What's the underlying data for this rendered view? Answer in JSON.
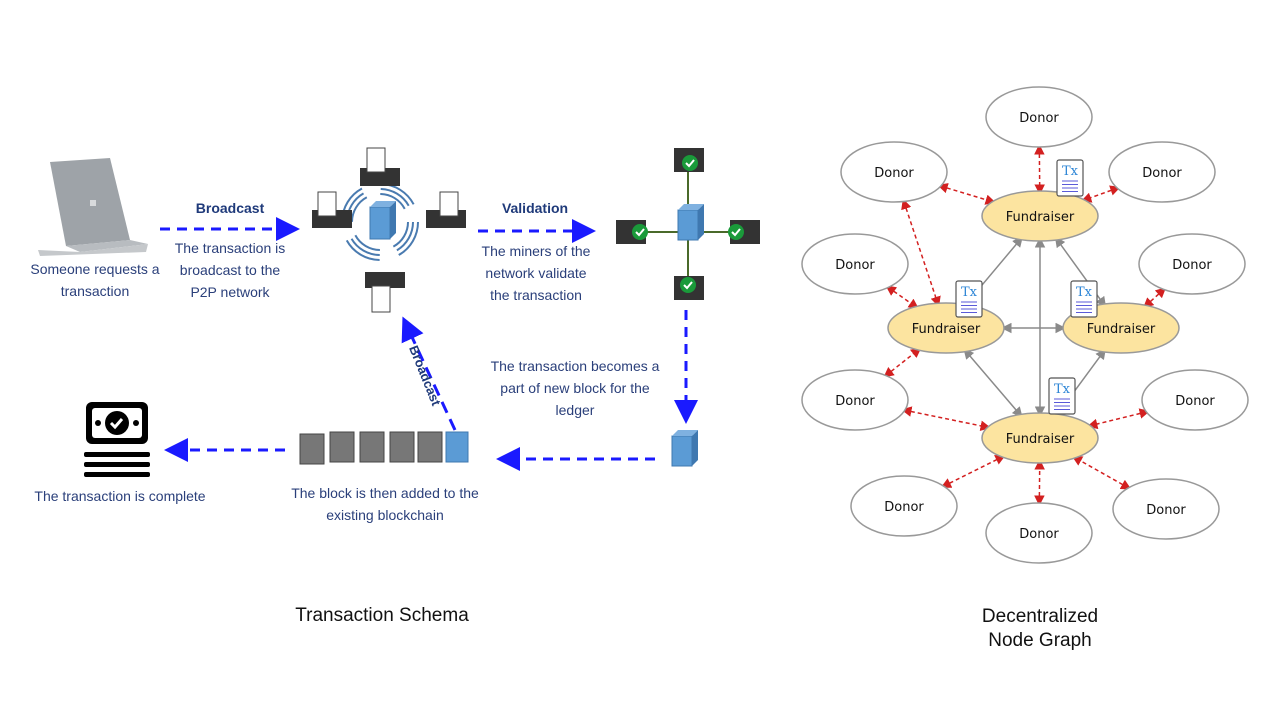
{
  "left_diagram": {
    "caption": "Transaction Schema",
    "steps": {
      "request": "Someone requests a transaction",
      "broadcast_label": "Broadcast",
      "broadcast_desc": "The transaction is broadcast to the P2P network",
      "validation_label": "Validation",
      "validation_desc": "The miners of the network validate the transaction",
      "new_block": "The transaction becomes a part of new block for the ledger",
      "added": "The block is then added to the existing blockchain",
      "broadcast_vertical": "Broadcast",
      "complete": "The transaction is complete"
    },
    "colors": {
      "arrow": "#1a1aff",
      "text": "#2a3f7a",
      "block": "#5b9bd5",
      "check": "#1a9a3a"
    }
  },
  "right_diagram": {
    "caption_line1": "Decentralized",
    "caption_line2": "Node Graph",
    "fundraiser_label": "Fundraiser",
    "donor_label": "Donor",
    "tx_label": "Tx",
    "colors": {
      "fundraiser_fill": "#fce4a0",
      "donor_fill": "#ffffff",
      "peer_edge": "#8a8a8a",
      "donor_edge": "#d32020",
      "tx_text": "#2e86d6"
    }
  }
}
